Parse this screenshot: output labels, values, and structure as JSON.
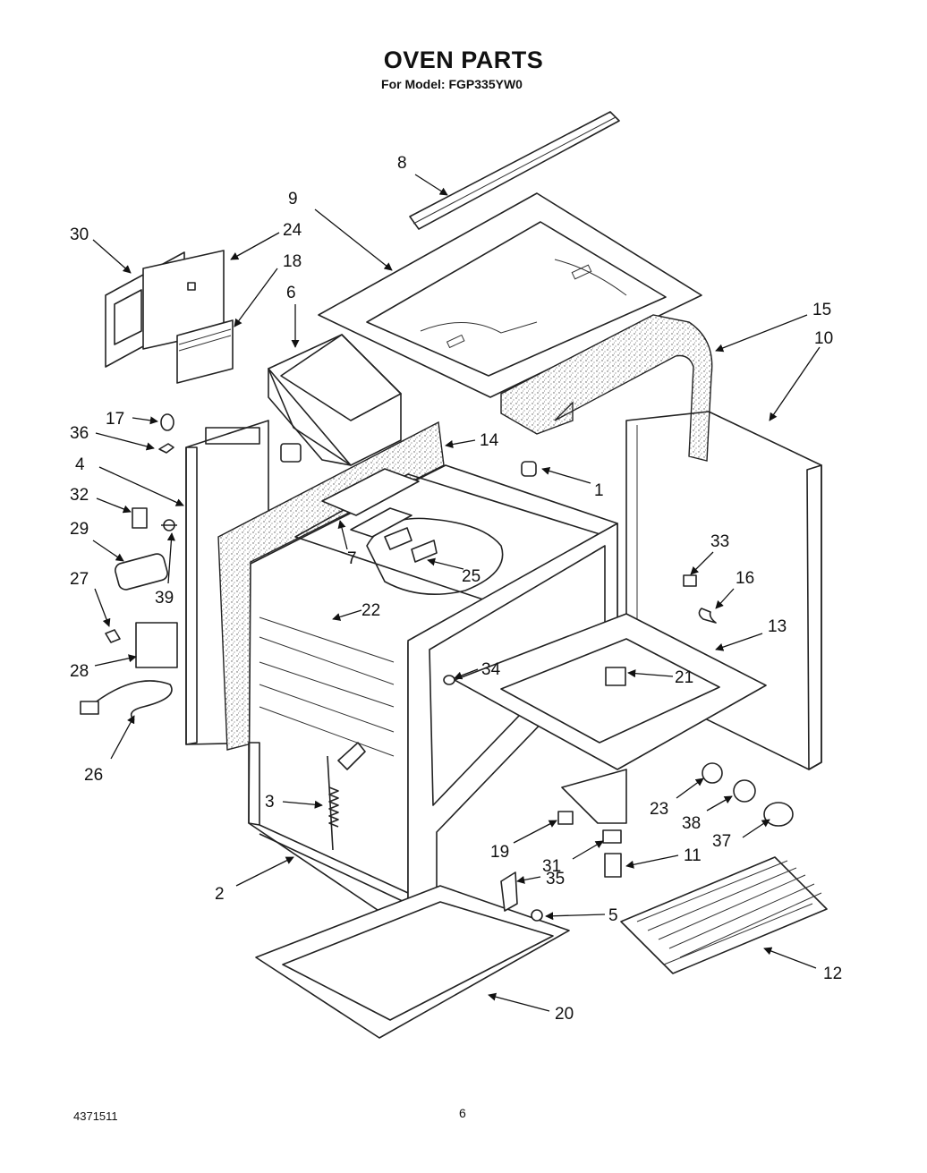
{
  "header": {
    "title": "OVEN PARTS",
    "subtitle": "For Model: FGP335YW0"
  },
  "footer": {
    "doc_number": "4371511",
    "page_number": "6"
  },
  "callouts": {
    "c1": "1",
    "c2": "2",
    "c3": "3",
    "c4": "4",
    "c5": "5",
    "c6": "6",
    "c7": "7",
    "c8": "8",
    "c9": "9",
    "c10": "10",
    "c11": "11",
    "c12": "12",
    "c13": "13",
    "c14": "14",
    "c15": "15",
    "c16": "16",
    "c17": "17",
    "c18": "18",
    "c19": "19",
    "c20": "20",
    "c21": "21",
    "c22": "22",
    "c23": "23",
    "c24": "24",
    "c25": "25",
    "c26": "26",
    "c27": "27",
    "c28": "28",
    "c29": "29",
    "c30": "30",
    "c31": "31",
    "c32": "32",
    "c33": "33",
    "c34": "34",
    "c35": "35",
    "c36": "36",
    "c37": "37",
    "c38": "38",
    "c39": "39"
  }
}
